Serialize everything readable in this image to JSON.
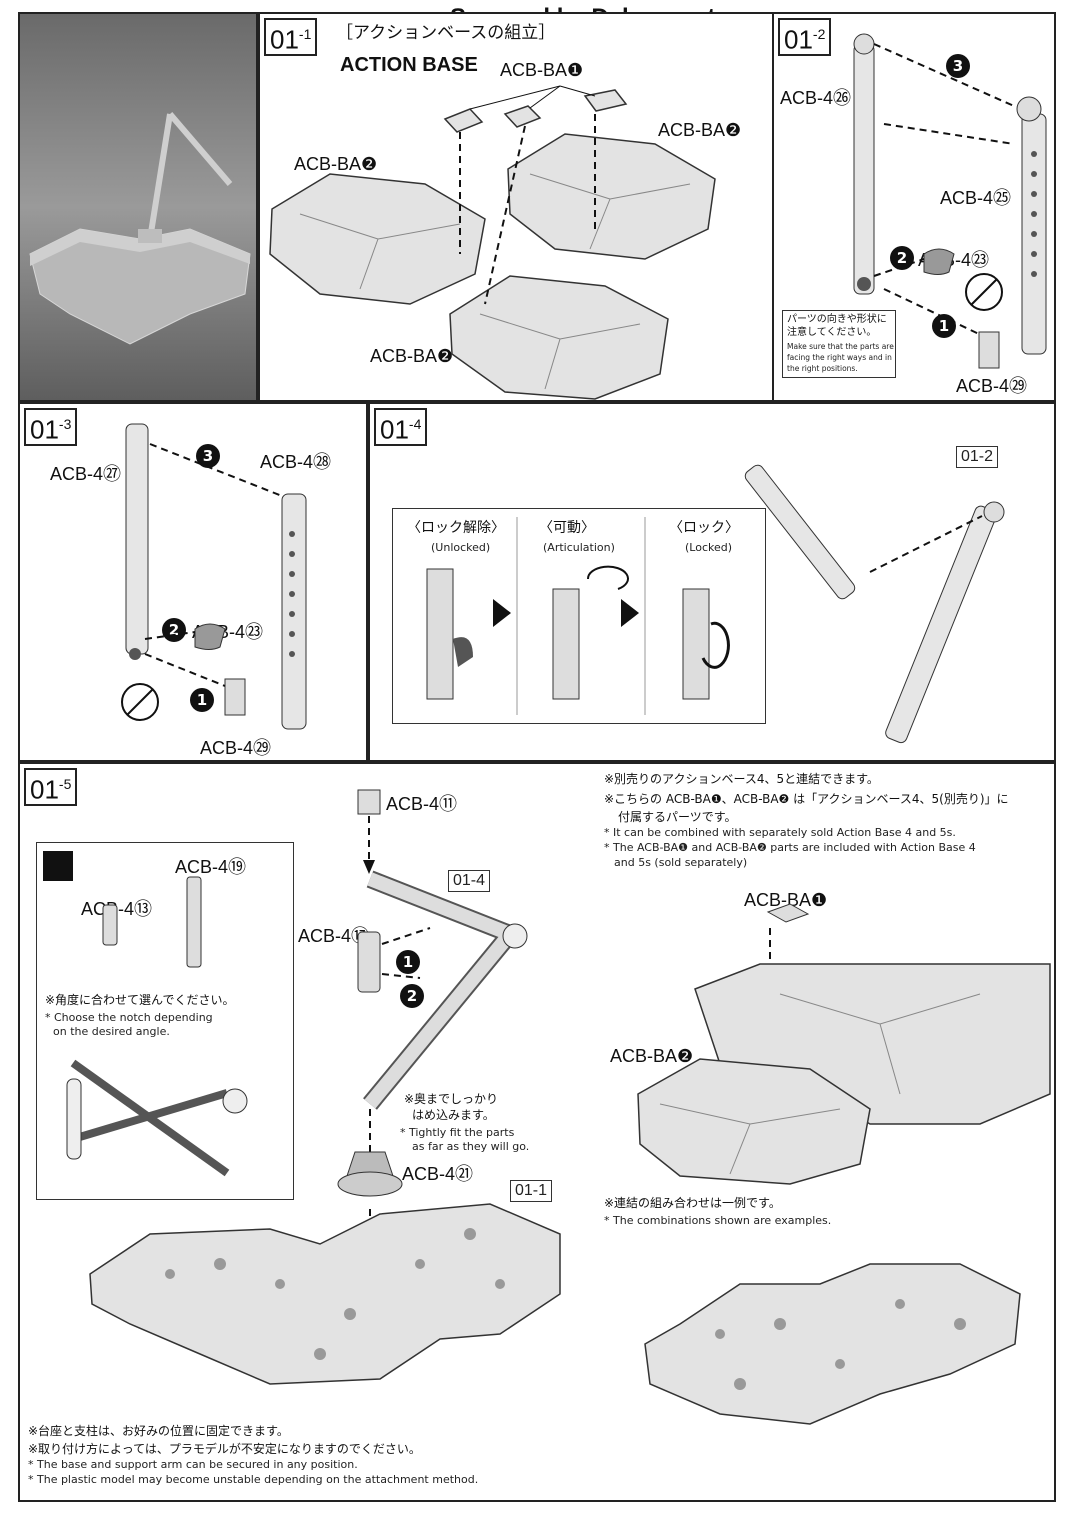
{
  "header": {
    "watermark": "Scanned by Dalong.net"
  },
  "step_01_1": {
    "step_label": "01",
    "step_sub": "-1",
    "title_jp": "［アクションベースの組立］",
    "title_en": "ACTION BASE",
    "parts": {
      "top": "ACB-BA❶",
      "left": "ACB-BA❷",
      "right": "ACB-BA❷",
      "bottom": "ACB-BA❷"
    }
  },
  "step_01_2": {
    "step_label": "01",
    "step_sub": "-2",
    "parts": {
      "a": "ACB-4㉖",
      "b": "ACB-4㉕",
      "c": "ACB-4㉓",
      "d": "ACB-4㉙"
    },
    "order": {
      "one": "1",
      "two": "2",
      "three": "3"
    },
    "note_jp_1": "パーツの向きや形状に",
    "note_jp_2": "注意してください。",
    "note_en_1": "Make sure that the parts are",
    "note_en_2": "facing the right ways and in",
    "note_en_3": "the right positions."
  },
  "step_01_3": {
    "step_label": "01",
    "step_sub": "-3",
    "parts": {
      "a": "ACB-4㉗",
      "b": "ACB-4㉘",
      "c": "ACB-4㉓",
      "d": "ACB-4㉙"
    },
    "order": {
      "one": "1",
      "two": "2",
      "three": "3"
    }
  },
  "step_01_4": {
    "step_label": "01",
    "step_sub": "-4",
    "ref": "01-2",
    "states": [
      {
        "jp": "〈ロック解除〉",
        "en": "(Unlocked)"
      },
      {
        "jp": "〈可動〉",
        "en": "(Articulation)"
      },
      {
        "jp": "〈ロック〉",
        "en": "(Locked)"
      }
    ]
  },
  "step_01_5": {
    "step_label": "01",
    "step_sub": "-5",
    "ref_arm": "01-4",
    "ref_base": "01-1",
    "parts": {
      "p11": "ACB-4⑪",
      "p13": "ACB-4⑬",
      "p17": "ACB-4⑰",
      "p19": "ACB-4⑲",
      "p21": "ACB-4㉑"
    },
    "order": {
      "one": "1",
      "two": "2"
    },
    "angle_jp": "※角度に合わせて選んでください。",
    "angle_en_1": "* Choose the notch depending",
    "angle_en_2": "on the desired angle.",
    "fit_jp_1": "※奥までしっかり",
    "fit_jp_2": "はめ込みます。",
    "fit_en_1": "* Tightly fit the parts",
    "fit_en_2": "as far as they will go.",
    "foot_jp_1": "※台座と支柱は、お好みの位置に固定できます。",
    "foot_jp_2": "※取り付け方によっては、プラモデルが不安定になりますのでください。",
    "foot_en_1": "* The base and support arm can be secured in any position.",
    "foot_en_2": "* The plastic model may become unstable depending on the attachment method."
  },
  "combo": {
    "jp_1": "※別売りのアクションベース4、5と連結できます。",
    "jp_2": "※こちらの ACB-BA❶、ACB-BA❷ は「アクションベース4、5(別売り)」に",
    "jp_3": "付属するパーツです。",
    "en_1": "* It can be combined with separately sold Action Base 4 and 5s.",
    "en_2": "* The ACB-BA❶ and ACB-BA❷ parts are included with Action Base 4",
    "en_3": "and 5s (sold separately)",
    "part_top": "ACB-BA❶",
    "part_left": "ACB-BA❷",
    "example_jp": "※連結の組み合わせは一例です。",
    "example_en": "* The combinations shown are examples."
  }
}
